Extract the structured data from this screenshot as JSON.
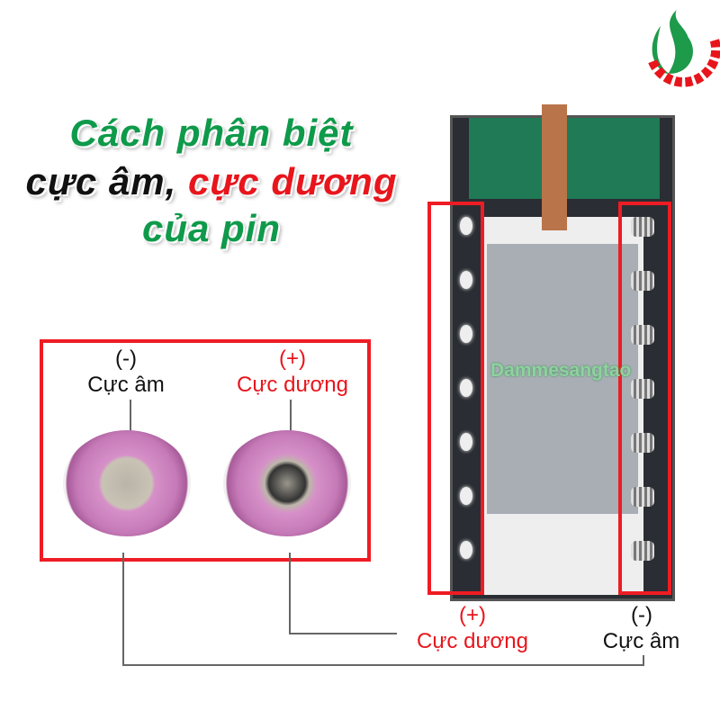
{
  "title": {
    "line1": "Cách phân biệt",
    "line2_black": "cực âm,",
    "line2_red": "cực dương",
    "line3": "của pin"
  },
  "left_box": {
    "neg_sign": "(-)",
    "neg_label": "Cực âm",
    "pos_sign": "(+)",
    "pos_label": "Cực dương"
  },
  "bottom": {
    "pos_sign": "(+)",
    "pos_label": "Cực dương",
    "neg_sign": "(-)",
    "neg_label": "Cực âm"
  },
  "watermark": "Dammesangtao",
  "logo_text": "",
  "colors": {
    "green": "#0e9a4a",
    "red": "#e8151c"
  }
}
